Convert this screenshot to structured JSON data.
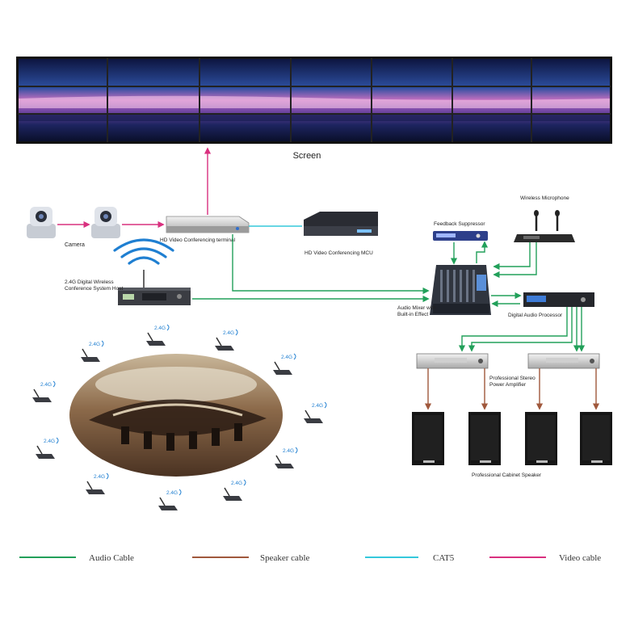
{
  "diagram": {
    "screen_label": "Screen",
    "camera_label": "Camera",
    "terminal_label": "HD Video Conferencing  terminal",
    "mcu_label": "HD Video Conferencing  MCU",
    "host_label_line1": "2.4G  Digital  Wireless",
    "host_label_line2": "Conference System Host",
    "feedback_label": "Feedback Suppressor",
    "wireless_mic_label": "Wireless Microphone",
    "mixer_label_line1": "Audio Mixer with",
    "mixer_label_line2": "Built-in Effect",
    "processor_label": "Digital Audio Processor",
    "amplifier_label_line1": "Professional Stereo",
    "amplifier_label_line2": "Power Amplifier",
    "speaker_label": "Professional Cabinet Speaker",
    "mic_badge": "2.4G"
  },
  "legend": [
    {
      "label": "Audio  Cable",
      "color": "#22a05a"
    },
    {
      "label": "Speaker cable",
      "color": "#a0583c"
    },
    {
      "label": "CAT5",
      "color": "#35c8dc"
    },
    {
      "label": "Video cable",
      "color": "#d9307f"
    }
  ],
  "colors": {
    "audio": "#22a05a",
    "speaker": "#a0583c",
    "cat5": "#35c8dc",
    "video": "#d9307f",
    "wifi": "#1f7fd1"
  }
}
